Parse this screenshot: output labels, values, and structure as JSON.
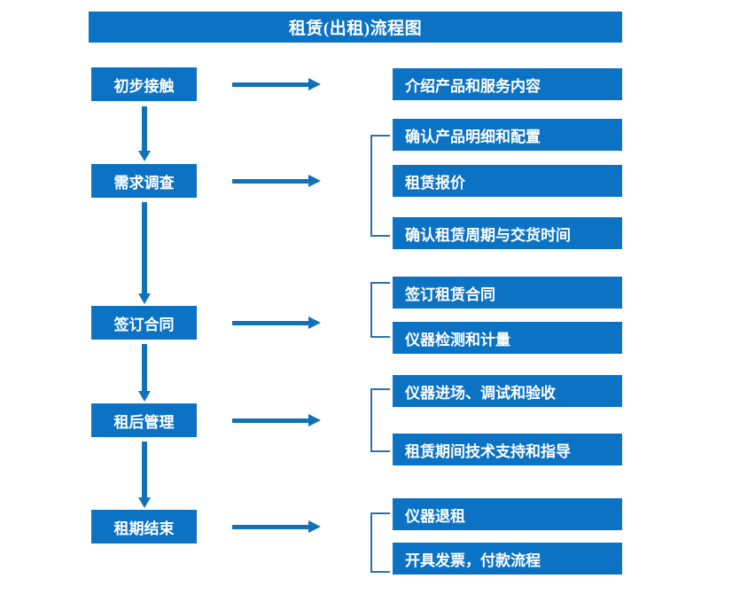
{
  "title": "租赁(出租)流程图",
  "theme": {
    "box_fill": "#0b72c4",
    "box_text": "#ffffff",
    "arrow_color": "#1272b8",
    "bracket_color": "#2f6fad",
    "background": "#ffffff"
  },
  "stages": [
    {
      "label": "初步接触"
    },
    {
      "label": "需求调查"
    },
    {
      "label": "签订合同"
    },
    {
      "label": "租后管理"
    },
    {
      "label": "租期结束"
    }
  ],
  "details": [
    {
      "label": "介绍产品和服务内容"
    },
    {
      "label": "确认产品明细和配置"
    },
    {
      "label": "租赁报价"
    },
    {
      "label": "确认租赁周期与交货时间"
    },
    {
      "label": "签订租赁合同"
    },
    {
      "label": "仪器检测和计量"
    },
    {
      "label": "仪器进场、调试和验收"
    },
    {
      "label": "租赁期间技术支持和指导"
    },
    {
      "label": "仪器退租"
    },
    {
      "label": "开具发票，付款流程"
    }
  ]
}
